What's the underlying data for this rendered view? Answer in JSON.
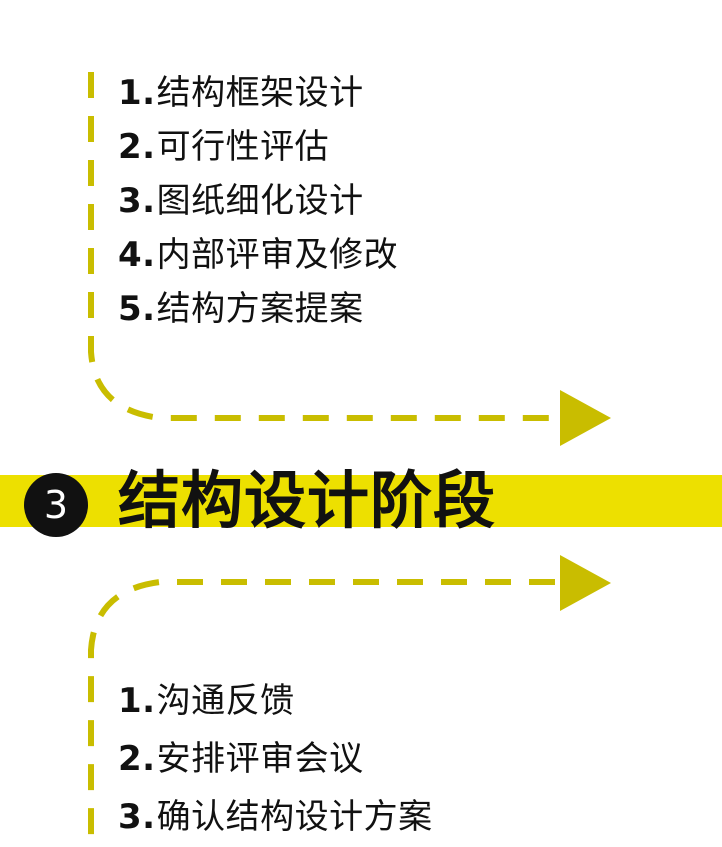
{
  "colors": {
    "accent_yellow": "#ede000",
    "dash_olive": "#c9bd00",
    "text": "#111111",
    "background": "#ffffff"
  },
  "top_steps": [
    {
      "num": "1.",
      "text": "结构框架设计"
    },
    {
      "num": "2.",
      "text": "可行性评估"
    },
    {
      "num": "3.",
      "text": "图纸细化设计"
    },
    {
      "num": "4.",
      "text": "内部评审及修改"
    },
    {
      "num": "5.",
      "text": "结构方案提案"
    }
  ],
  "phase": {
    "number": "3",
    "title": "结构设计阶段"
  },
  "bottom_steps": [
    {
      "num": "1.",
      "text": "沟通反馈"
    },
    {
      "num": "2.",
      "text": "安排评审会议"
    },
    {
      "num": "3.",
      "text": "确认结构设计方案"
    }
  ],
  "icons": {
    "top_arrow": "dashed-arrow-right-icon",
    "bottom_arrow": "dashed-arrow-right-icon"
  }
}
